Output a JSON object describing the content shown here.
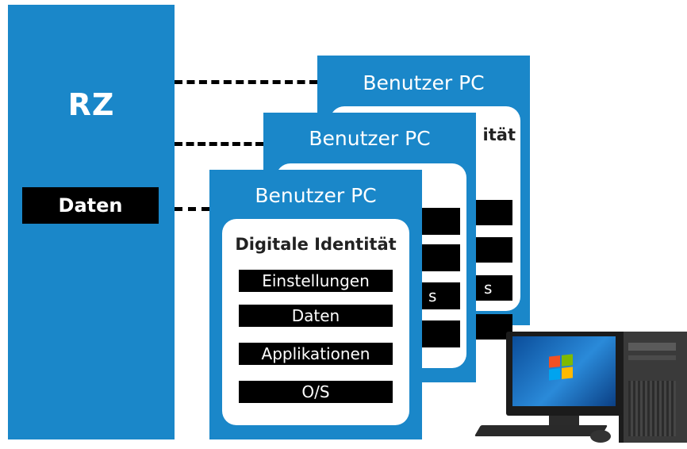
{
  "rz": {
    "title": "RZ",
    "data_label": "Daten"
  },
  "pcs": [
    {
      "title": "Benutzer PC",
      "identity_fragment": "ität",
      "slot_fragments": [
        "",
        "",
        "s",
        ""
      ]
    },
    {
      "title": "Benutzer PC",
      "slot_fragments": [
        "",
        "",
        "s",
        ""
      ]
    },
    {
      "title": "Benutzer PC",
      "identity_title": "Digitale Identität",
      "slots": [
        "Einstellungen",
        "Daten",
        "Applikationen",
        "O/S"
      ]
    }
  ],
  "colors": {
    "blue": "#1a87c9",
    "black": "#000000",
    "white": "#ffffff"
  },
  "icons": [
    "desktop-computer-icon",
    "windows-logo-icon"
  ]
}
